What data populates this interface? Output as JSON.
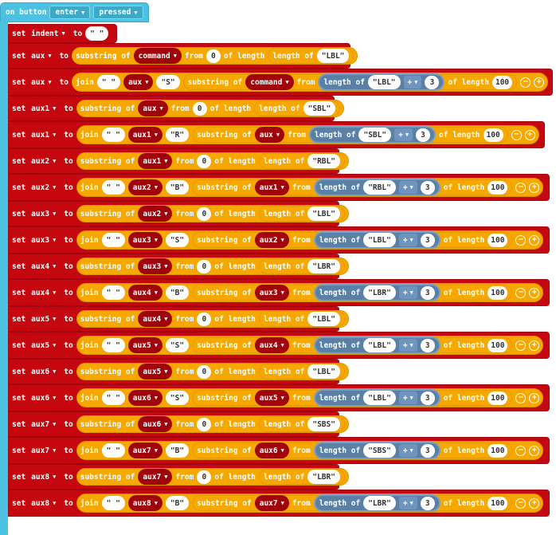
{
  "event": {
    "prefix": "on button",
    "button": "enter",
    "action": "pressed"
  },
  "labels": {
    "set": "set",
    "to": "to",
    "substring_of": "substring of",
    "from": "from",
    "of_length": "of length",
    "length_of": "length of",
    "join": "join",
    "plus": "+"
  },
  "rows": [
    {
      "kind": "assign",
      "var": "indent",
      "value": "\" \""
    },
    {
      "kind": "substr",
      "var": "aux",
      "src": "command",
      "from": "0",
      "lit": "\"LBL\""
    },
    {
      "kind": "join",
      "var": "aux",
      "j1": "\" \"",
      "j2": "aux",
      "j3": "\"S\"",
      "src": "command",
      "lit": "\"LBL\"",
      "add": "3",
      "len": "100"
    },
    {
      "kind": "substr",
      "var": "aux1",
      "src": "aux",
      "from": "0",
      "lit": "\"SBL\""
    },
    {
      "kind": "join",
      "var": "aux1",
      "j1": "\" \"",
      "j2": "aux1",
      "j3": "\"R\"",
      "src": "aux",
      "lit": "\"SBL\"",
      "add": "3",
      "len": "100"
    },
    {
      "kind": "substr",
      "var": "aux2",
      "src": "aux1",
      "from": "0",
      "lit": "\"RBL\""
    },
    {
      "kind": "join",
      "var": "aux2",
      "j1": "\" \"",
      "j2": "aux2",
      "j3": "\"B\"",
      "src": "aux1",
      "lit": "\"RBL\"",
      "add": "3",
      "len": "100"
    },
    {
      "kind": "substr",
      "var": "aux3",
      "src": "aux2",
      "from": "0",
      "lit": "\"LBL\""
    },
    {
      "kind": "join",
      "var": "aux3",
      "j1": "\" \"",
      "j2": "aux3",
      "j3": "\"S\"",
      "src": "aux2",
      "lit": "\"LBL\"",
      "add": "3",
      "len": "100"
    },
    {
      "kind": "substr",
      "var": "aux4",
      "src": "aux3",
      "from": "0",
      "lit": "\"LBR\""
    },
    {
      "kind": "join",
      "var": "aux4",
      "j1": "\" \"",
      "j2": "aux4",
      "j3": "\"B\"",
      "src": "aux3",
      "lit": "\"LBR\"",
      "add": "3",
      "len": "100"
    },
    {
      "kind": "substr",
      "var": "aux5",
      "src": "aux4",
      "from": "0",
      "lit": "\"LBL\""
    },
    {
      "kind": "join",
      "var": "aux5",
      "j1": "\" \"",
      "j2": "aux5",
      "j3": "\"S\"",
      "src": "aux4",
      "lit": "\"LBL\"",
      "add": "3",
      "len": "100"
    },
    {
      "kind": "substr",
      "var": "aux6",
      "src": "aux5",
      "from": "0",
      "lit": "\"LBL\""
    },
    {
      "kind": "join",
      "var": "aux6",
      "j1": "\" \"",
      "j2": "aux6",
      "j3": "\"S\"",
      "src": "aux5",
      "lit": "\"LBL\"",
      "add": "3",
      "len": "100"
    },
    {
      "kind": "substr",
      "var": "aux7",
      "src": "aux6",
      "from": "0",
      "lit": "\"SBS\""
    },
    {
      "kind": "join",
      "var": "aux7",
      "j1": "\" \"",
      "j2": "aux7",
      "j3": "\"B\"",
      "src": "aux6",
      "lit": "\"SBS\"",
      "add": "3",
      "len": "100"
    },
    {
      "kind": "substr",
      "var": "aux8",
      "src": "aux7",
      "from": "0",
      "lit": "\"LBR\""
    },
    {
      "kind": "join",
      "var": "aux8",
      "j1": "\" \"",
      "j2": "aux8",
      "j3": "\"B\"",
      "src": "aux7",
      "lit": "\"LBR\"",
      "add": "3",
      "len": "100"
    }
  ]
}
